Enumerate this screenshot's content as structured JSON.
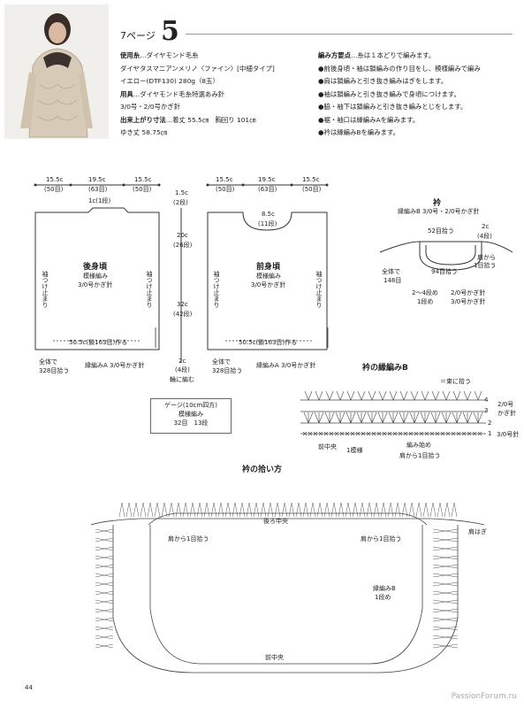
{
  "header": {
    "page_ref": "7ページ",
    "pattern_no": "5"
  },
  "materials": {
    "yarn_label": "使用糸",
    "yarn_brand": "…ダイヤモンド毛糸",
    "yarn_name": "ダイヤタスマニアンメリノ〈ファイン〉[中細タイプ]",
    "yarn_color": "イエロー(DTF130) 280g（8玉）",
    "tools_label": "用具",
    "tools": "…ダイヤモンド毛糸特選あみ針",
    "hooks": "3/0号・2/0号かぎ針",
    "size_label": "出来上がり寸法",
    "size_1": "…着丈 55.5㎝　胸回り 101㎝",
    "size_2": "ゆき丈 58.75㎝"
  },
  "steps": {
    "heading": "編み方要点",
    "heading_tail": "…糸は１本どりで編みます。",
    "items": [
      "●前後身頃・袖は鎖編みの作り目をし、模様編みで編み",
      "●肩は鎖編みと引き抜き編みはぎをします。",
      "●袖は鎖編みと引き抜き編みで身頃につけます。",
      "●脇・袖下は鎖編みと引き抜き編みとじをします。",
      "●裾・袖口は縁編みAを編みます。",
      "●衿は縁編みBを編みます。"
    ]
  },
  "schematic": {
    "back": {
      "name": "後身頃",
      "stitch": "模様編み",
      "hook": "3/0号かぎ針",
      "w_shoulder": "15.5c",
      "w_shoulder_sts": "(50目)",
      "w_neck": "19.5c",
      "w_neck_sts": "(63目)",
      "neck_drop": "1c(1段)",
      "cast_on": "50.5c(鎖163目)作る",
      "edge_note": "縁編みA 3/0号かぎ針",
      "total": "全体で",
      "total_sts": "328目拾う",
      "side_mark": "袖つけ止まり"
    },
    "front": {
      "name": "前身頃",
      "stitch": "模様編み",
      "hook": "3/0号かぎ針",
      "w_shoulder": "15.5c",
      "w_shoulder_sts": "(50目)",
      "w_neck": "19.5c",
      "w_neck_sts": "(63目)",
      "neck_depth": "8.5c",
      "neck_rows": "(11段)",
      "cast_on": "50.5c(鎖163目)作る",
      "edge_note": "縁編みA 3/0号かぎ針",
      "total": "全体で",
      "total_sts": "328目拾う",
      "side_mark": "袖つけ止まり"
    },
    "heights": {
      "top": "1.5c",
      "top_rows": "(2段)",
      "armhole": "20c",
      "armhole_rows": "(26段)",
      "body": "32c",
      "body_rows": "(42段)",
      "hem": "2c",
      "hem_rows": "(4段)",
      "hem_note": "輪に編む"
    },
    "gauge": {
      "title": "ゲージ(10cm四方)",
      "stitch": "模様編み",
      "values": "32目　13段"
    }
  },
  "collar": {
    "title": "衿",
    "subtitle": "縁編みB 3/0号・2/0号かぎ針",
    "top_label": "52目拾う",
    "inner_label": "94目拾う",
    "side_c": "2c",
    "side_rows": "(4段)",
    "shoulder": "肩から",
    "shoulder_2": "1目拾う",
    "total": "全体で",
    "total_sts": "148目",
    "rows_a": "2〜4段め",
    "rows_a_hook": "2/0号かぎ針",
    "rows_b": "1段め",
    "rows_b_hook": "3/0号かぎ針"
  },
  "edge_b": {
    "title": "衿の縁編みB",
    "legend": "＝束に拾う",
    "row4": "4",
    "row3": "3",
    "row2": "2",
    "row1": "1",
    "hook_top": "2/0号",
    "hook_top2": "かぎ針",
    "hook_bottom": "3/0号針",
    "pattern": "1模様",
    "center": "前中央",
    "start": "編み始め",
    "shoulder": "肩から1目拾う"
  },
  "pickup": {
    "title": "衿の拾い方",
    "back_center": "後ろ中央",
    "shoulder_l": "肩から1目拾う",
    "shoulder_r": "肩から1目拾う",
    "seam": "肩はぎ",
    "edge": "縁編みB",
    "edge_rows": "1段め",
    "front_center": "前中央"
  },
  "footer": {
    "page_number": "44",
    "watermark": "PassionForum.ru"
  }
}
